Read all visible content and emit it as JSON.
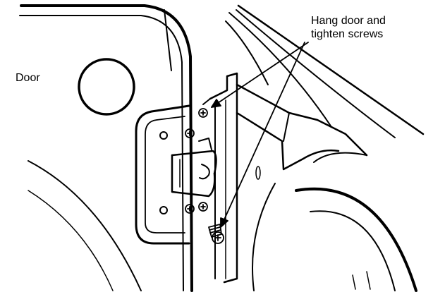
{
  "labels": {
    "door": "Door",
    "callout_line1": "Hang door and",
    "callout_line2": "tighten screws"
  },
  "colors": {
    "ink": "#000000",
    "background": "#ffffff"
  },
  "icons": [
    "phillips-screw-icon",
    "arrow-icon"
  ]
}
